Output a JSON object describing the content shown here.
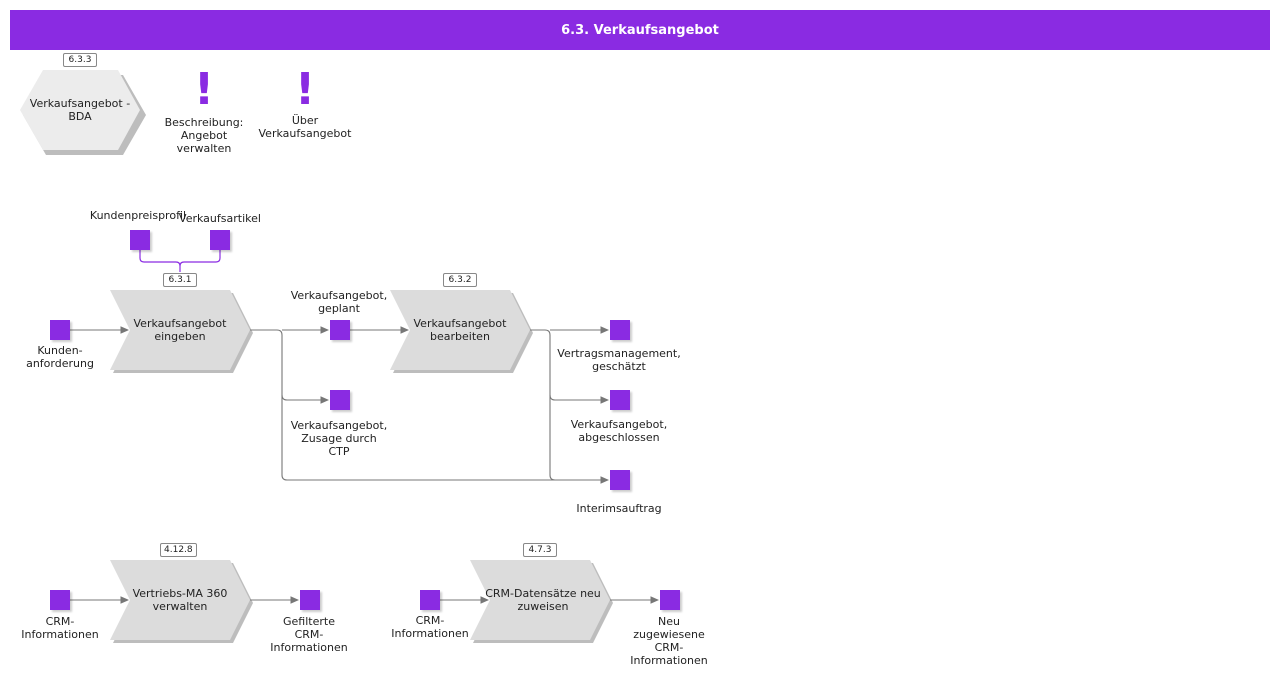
{
  "header": {
    "title": "6.3. Verkaufsangebot"
  },
  "colors": {
    "accent": "#8a2be2",
    "process_fill": "#dcdcdc",
    "hex_fill": "#ececec",
    "connector": "#777777"
  },
  "top_row": {
    "hex": {
      "id": "6.3.3",
      "label": "Verkaufsangebot -\nBDA"
    },
    "note1": {
      "icon": "exclamation-icon",
      "label": "Beschreibung:\nAngebot\nverwalten"
    },
    "note2": {
      "icon": "exclamation-icon",
      "label": "Über\nVerkaufsangebot"
    }
  },
  "main_flow": {
    "inputs": {
      "kundenpreisprofil": "Kundenpreisprofil",
      "verkaufsartikel": "Verkaufsartikel",
      "kundenanforderung": "Kunden-\nanforderung"
    },
    "p1": {
      "id": "6.3.1",
      "label": "Verkaufsangebot\neingeben"
    },
    "e_geplant": "Verkaufsangebot,\ngeplant",
    "e_ctp": "Verkaufsangebot,\nZusage durch\nCTP",
    "p2": {
      "id": "6.3.2",
      "label": "Verkaufsangebot\nbearbeiten"
    },
    "e_vertrag": "Vertragsmanagement,\ngeschätzt",
    "e_abgeschlossen": "Verkaufsangebot,\nabgeschlossen",
    "e_interim": "Interimsauftrag"
  },
  "bottom_left": {
    "in": "CRM-\nInformationen",
    "p": {
      "id": "4.12.8",
      "label": "Vertriebs-MA 360\nverwalten"
    },
    "out": "Gefilterte\nCRM-\nInformationen"
  },
  "bottom_right": {
    "in": "CRM-\nInformationen",
    "p": {
      "id": "4.7.3",
      "label": "CRM-Datensätze neu\nzuweisen"
    },
    "out": "Neu\nzugewiesene\nCRM-\nInformationen"
  }
}
